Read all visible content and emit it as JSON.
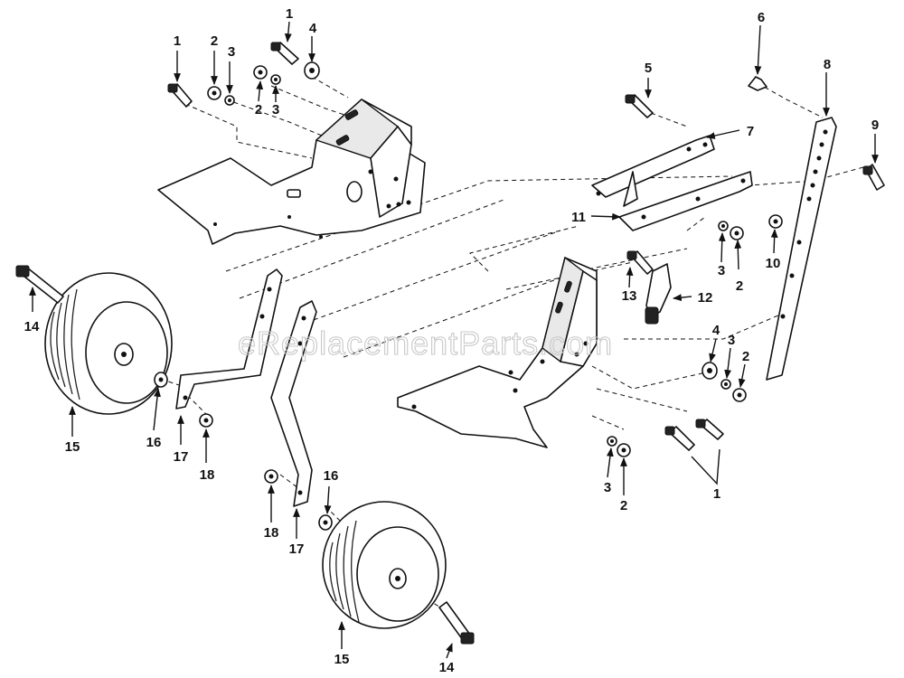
{
  "watermark": "eReplacementParts.com",
  "callouts": {
    "c1a": "1",
    "c2a": "2",
    "c3a": "3",
    "c2b": "2",
    "c3b": "3",
    "c1b": "1",
    "c4a": "4",
    "c5": "5",
    "c6": "6",
    "c7": "7",
    "c8": "8",
    "c9": "9",
    "c11": "11",
    "c3c": "3",
    "c2c": "2",
    "c10": "10",
    "c13": "13",
    "c12": "12",
    "c14a": "14",
    "c15a": "15",
    "c16a": "16",
    "c17a": "17",
    "c18a": "18",
    "c4b": "4",
    "c3d": "3",
    "c2d": "2",
    "c3e": "3",
    "c2e": "2",
    "c1c": "1",
    "c16b": "16",
    "c18b": "18",
    "c17b": "17",
    "c15b": "15",
    "c14b": "14"
  }
}
